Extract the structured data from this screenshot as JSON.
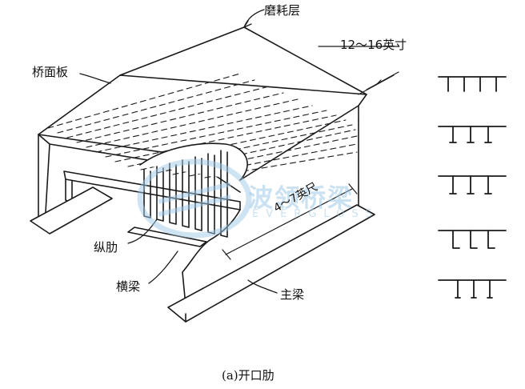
{
  "labels": {
    "wearing_layer": "磨耗层",
    "spacing_top": "12～16英寸",
    "deck_plate": "桥面板",
    "spacing_mid": "4～7英尺",
    "longitudinal_rib": "纵肋",
    "floor_beam": "横梁",
    "main_girder": "主梁"
  },
  "caption": "(a)开口肋",
  "watermark": {
    "text": "波领桥梁",
    "sub": "EVERGLOSS"
  },
  "rib_section_count": 5,
  "colors": {
    "line": "#1a1a1a",
    "watermark": "#9fc9e8"
  }
}
